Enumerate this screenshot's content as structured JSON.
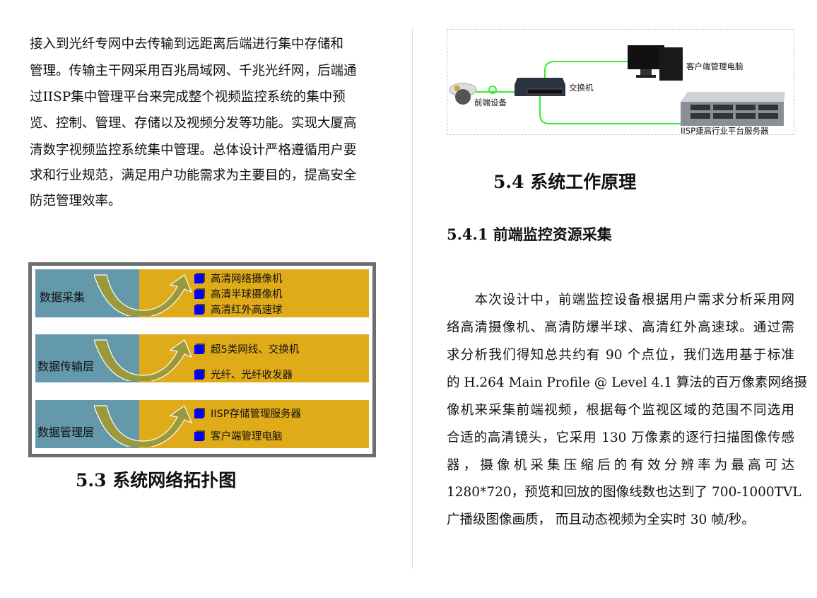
{
  "left_paragraph": [
    "接入到光纤专网中去传输到远距离后端进行集中存储和",
    "管理。传输主干网采用百兆局域网、千兆光纤网，后端通",
    "过IISP集中管理平台来完成整个视频监控系统的集中预",
    "览、控制、管理、存储以及视频分发等功能。实现大厦高",
    "清数字视频监控系统集中管理。总体设计严格遵循用户要",
    "求和行业规范，满足用户功能需求为主要目的，提高安全",
    "防范管理效率。"
  ],
  "figure_layers": [
    {
      "label": "数据采集",
      "items": [
        "高清网络摄像机",
        "高清半球摄像机",
        "高清红外高速球"
      ]
    },
    {
      "label": "数据传输层",
      "items": [
        "超5类网线、交换机",
        "光纤、光纤收发器"
      ]
    },
    {
      "label": "数据管理层",
      "items": [
        "IISP存储管理服务器",
        "客户端管理电脑"
      ]
    }
  ],
  "heading_5_3": "5.3  系统网络拓扑图",
  "topology": {
    "front_device": "前端设备",
    "switch": "交换机",
    "client_pc": "客户端管理电脑",
    "server": "IISP捷高行业平台服务器"
  },
  "heading_5_4": "5.4  系统工作原理",
  "heading_5_4_1": "5.4.1  前端监控资源采集",
  "right_paragraph": [
    "　　本次设计中，前端监控设备根据用户需求分析采用网",
    "络高清摄像机、高清防爆半球、高清红外高速球。通过需",
    "求分析我们得知总共约有 90 个点位，我们选用基于标准",
    "的 H.264 Main Profile @ Level 4.1 算法的百万像素网络摄",
    "像机来采集前端视频，根据每个监视区域的范围不同选用",
    "合适的高清镜头，它采用 130 万像素的逐行扫描图像传感",
    "器，摄像机采集压缩后的有效分辨率为最高可达",
    "1280*720，预览和回放的图像线数也达到了 700-1000TVL",
    "广播级图像画质，  而且动态视频为全实时 30 帧/秒。"
  ]
}
